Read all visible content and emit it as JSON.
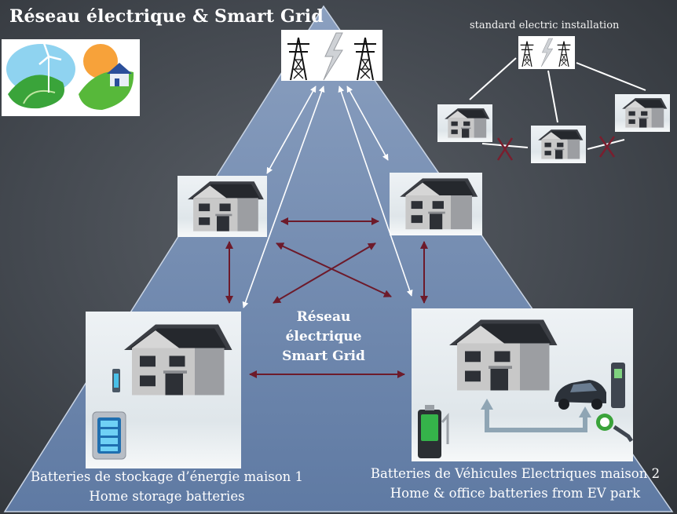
{
  "slide": {
    "title": "Réseau électrique & Smart Grid",
    "standard_label": "standard electric installation",
    "center_label": [
      "Réseau",
      "électrique",
      "Smart Grid"
    ],
    "house1_caption": [
      "Batteries de stockage d’énergie maison 1",
      "Home storage batteries"
    ],
    "house2_caption": [
      "Batteries de Véhicules Electriques maison 2",
      "Home & office batteries from EV park"
    ]
  },
  "colors": {
    "background": "#43484f",
    "pyramid": "#6e86aa",
    "arrow_white": "#ffffff",
    "arrow_exchange": "#6d1a2a",
    "cross": "#7a1e2e"
  },
  "icons": [
    "wind-solar-logo",
    "power-pylon-icon",
    "lightning-icon",
    "house-icon",
    "battery-pack-icon",
    "ev-battery-icon",
    "electric-car-icon",
    "charging-station-icon",
    "ev-plug-icon"
  ]
}
